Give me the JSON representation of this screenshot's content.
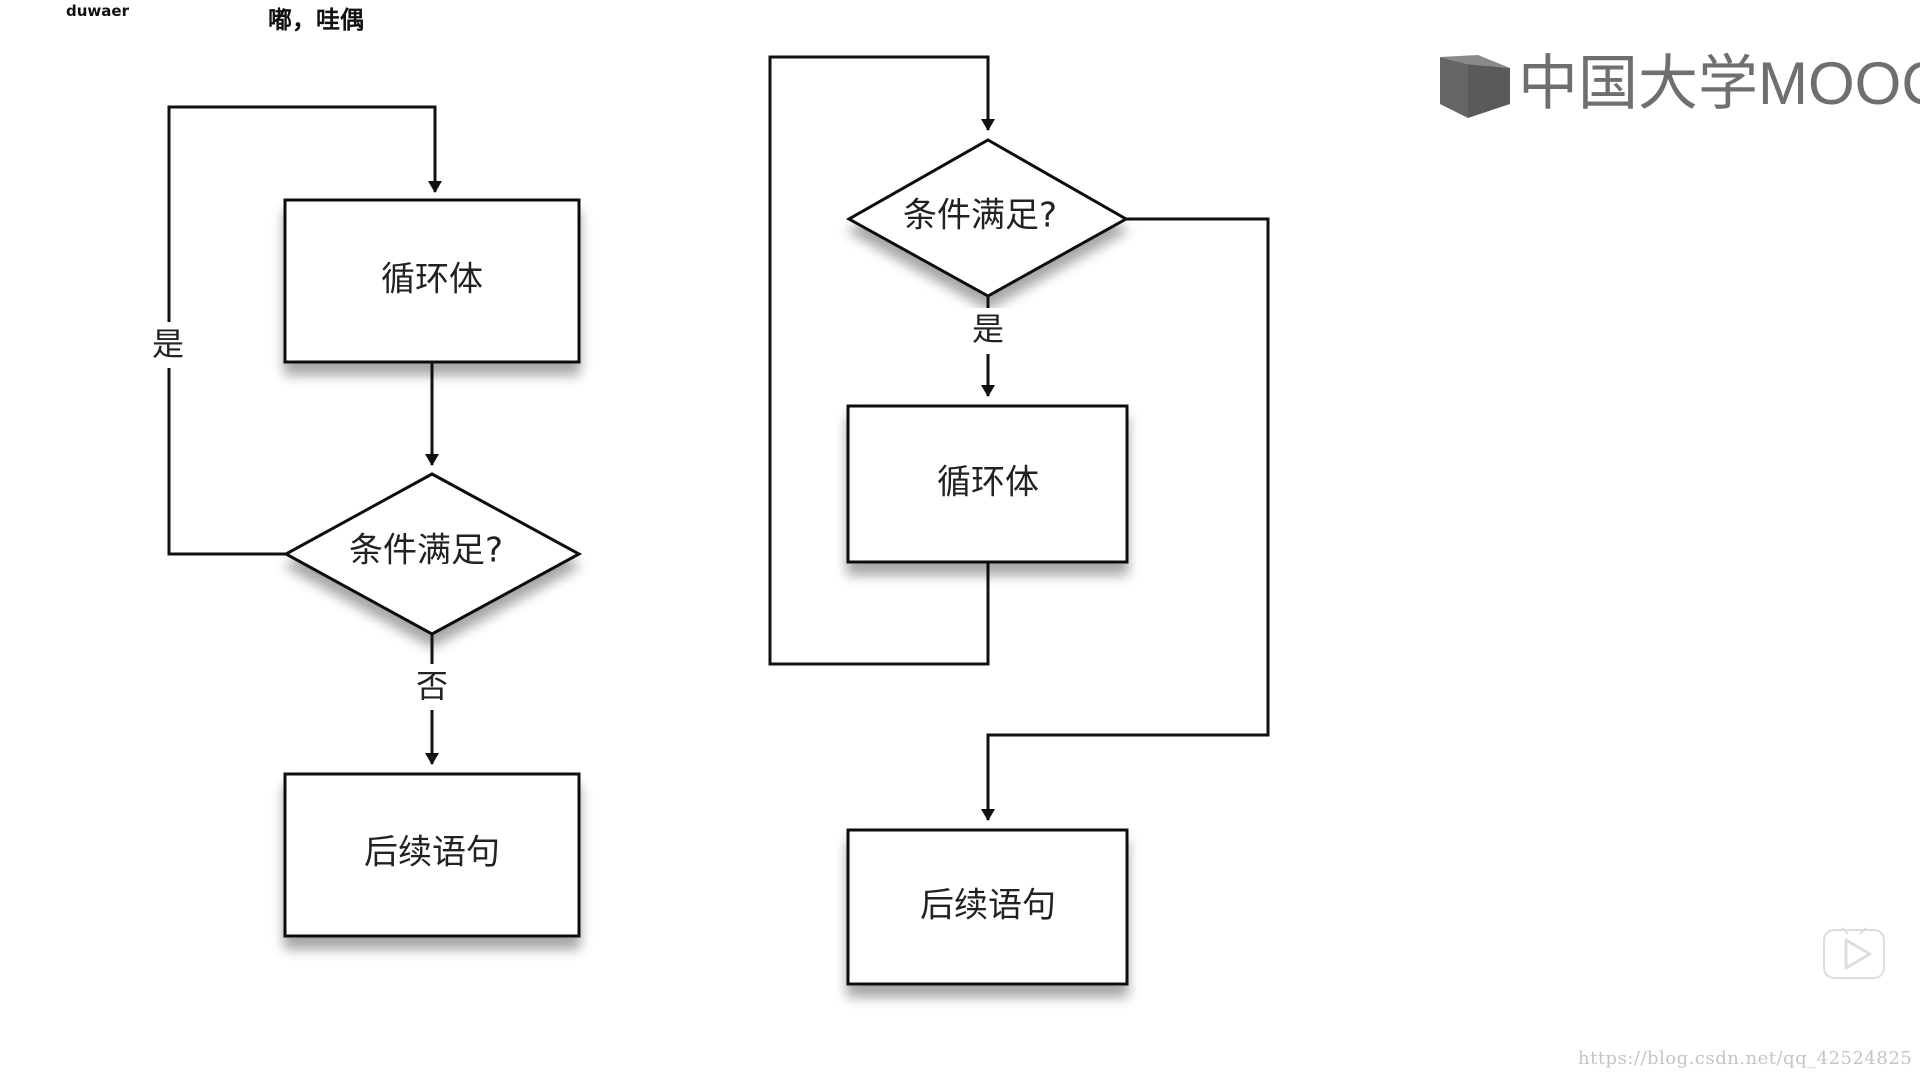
{
  "overlay": {
    "top_left_small": "duwaer",
    "top_left_cn": "嘟，哇偶"
  },
  "logo": {
    "text": "中国大学MOOC"
  },
  "left_flow": {
    "loop_body": "循环体",
    "condition": "条件满足?",
    "next_statement": "后续语句",
    "yes_label": "是",
    "no_label": "否"
  },
  "right_flow": {
    "condition": "条件满足?",
    "loop_body": "循环体",
    "next_statement": "后续语句",
    "yes_label": "是"
  },
  "watermark": {
    "url": "https://blog.csdn.net/qq_42524825"
  }
}
